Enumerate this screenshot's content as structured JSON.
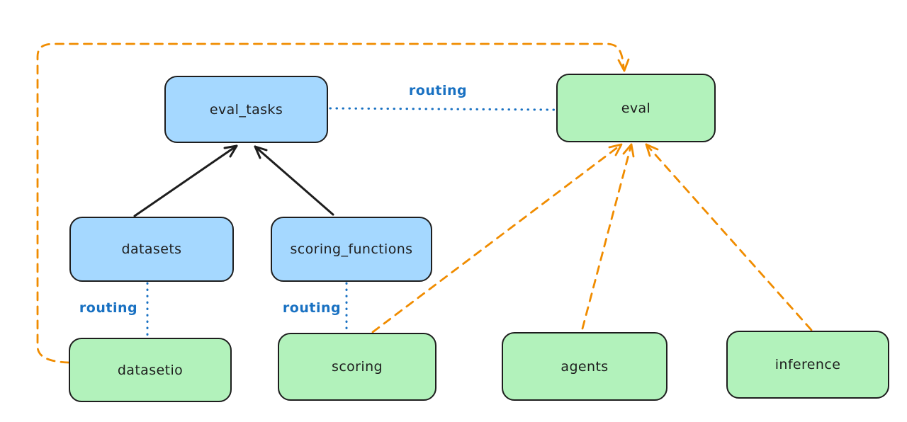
{
  "diagram": {
    "nodes": [
      {
        "id": "eval_tasks",
        "label": "eval_tasks",
        "fill": "blue"
      },
      {
        "id": "eval",
        "label": "eval",
        "fill": "green"
      },
      {
        "id": "datasets",
        "label": "datasets",
        "fill": "blue"
      },
      {
        "id": "scoring_functions",
        "label": "scoring_functions",
        "fill": "blue"
      },
      {
        "id": "datasetio",
        "label": "datasetio",
        "fill": "green"
      },
      {
        "id": "scoring",
        "label": "scoring",
        "fill": "green"
      },
      {
        "id": "agents",
        "label": "agents",
        "fill": "green"
      },
      {
        "id": "inference",
        "label": "inference",
        "fill": "green"
      }
    ],
    "edges": [
      {
        "from": "datasets",
        "to": "eval_tasks",
        "style": "solid-black-arrow",
        "label": ""
      },
      {
        "from": "scoring_functions",
        "to": "eval_tasks",
        "style": "solid-black-arrow",
        "label": ""
      },
      {
        "from": "eval_tasks",
        "to": "eval",
        "style": "dotted-blue",
        "label": "routing"
      },
      {
        "from": "datasets",
        "to": "datasetio",
        "style": "dotted-blue",
        "label": "routing"
      },
      {
        "from": "scoring_functions",
        "to": "scoring",
        "style": "dotted-blue",
        "label": "routing"
      },
      {
        "from": "datasetio",
        "to": "eval",
        "style": "dashed-orange-arrow",
        "label": ""
      },
      {
        "from": "scoring",
        "to": "eval",
        "style": "dashed-orange-arrow",
        "label": ""
      },
      {
        "from": "agents",
        "to": "eval",
        "style": "dashed-orange-arrow",
        "label": ""
      },
      {
        "from": "inference",
        "to": "eval",
        "style": "dashed-orange-arrow",
        "label": ""
      }
    ]
  },
  "colors": {
    "background": "#ffffff",
    "ink": "#1e1e1e",
    "node_blue_fill": "#a5d8ff",
    "node_green_fill": "#b2f2bb",
    "routing_blue": "#1971c2",
    "orange": "#f08c00"
  }
}
